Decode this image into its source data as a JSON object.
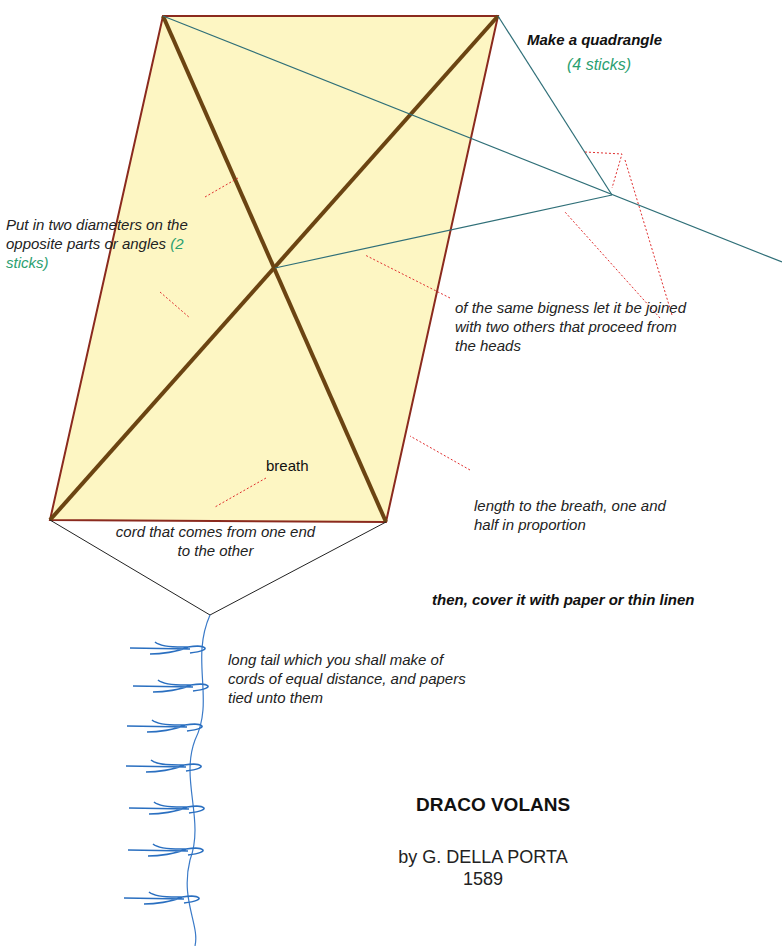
{
  "diagram": {
    "title": "DRACO VOLANS",
    "labels": [
      "Make a quadrangle",
      "(4 sticks)",
      "Put in two diameters on the opposite parts or angles",
      "(2 sticks)",
      "of the same bigness let it be joined with two others that proceed from the heads",
      "breath",
      "cord that comes from one end to the other",
      "length to the breath, one and half in proportion",
      "then, cover it with paper or thin linen",
      "long tail which you shall make of cords of equal distance, and papers tied unto them",
      "by G. DELLA PORTA",
      "1589"
    ]
  }
}
